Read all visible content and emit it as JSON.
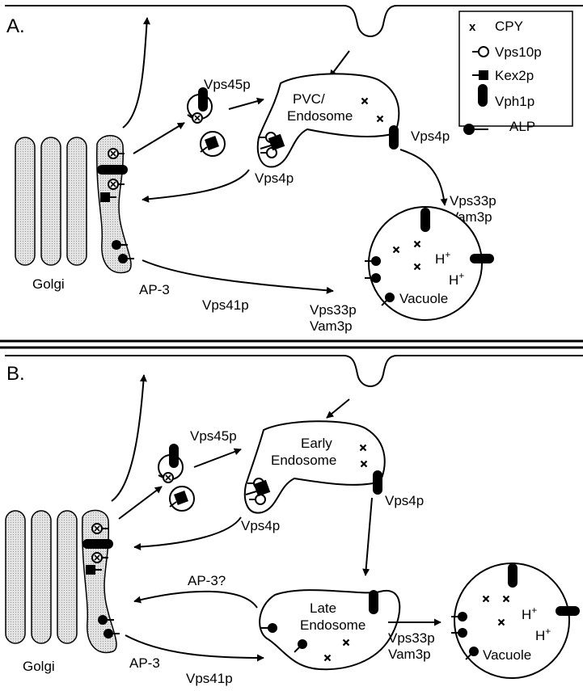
{
  "panels": {
    "a": {
      "letter": "A.",
      "golgi": "Golgi",
      "compartment": [
        "PVC/",
        "Endosome"
      ],
      "vps45": "Vps45p",
      "vps4_top": "Vps4p",
      "vps4_bottom": "Vps4p",
      "vps33": "Vps33p",
      "vam3": "Vam3p",
      "ap3": "AP-3",
      "vps41": "Vps41p",
      "vps33_b": "Vps33p",
      "vam3_b": "Vam3p",
      "vacuole": "Vacuole",
      "h1": "H",
      "h2": "H",
      "plus": "+"
    },
    "b": {
      "letter": "B.",
      "golgi": "Golgi",
      "early": [
        "Early",
        "Endosome"
      ],
      "late": [
        "Late",
        "Endosome"
      ],
      "vps45": "Vps45p",
      "vps4_top": "Vps4p",
      "vps4_bottom": "Vps4p",
      "ap3q": "AP-3?",
      "ap3": "AP-3",
      "vps41": "Vps41p",
      "vps33": "Vps33p",
      "vam3": "Vam3p",
      "vacuole": "Vacuole",
      "h1": "H",
      "h2": "H",
      "plus": "+"
    }
  },
  "legend": {
    "cpy_symbol": "x",
    "cpy": "CPY",
    "vps10": "Vps10p",
    "kex2": "Kex2p",
    "vph1": "Vph1p",
    "alp": "ALP"
  },
  "colors": {
    "golgi_fill": "#dddddd",
    "ink": "#000000"
  }
}
